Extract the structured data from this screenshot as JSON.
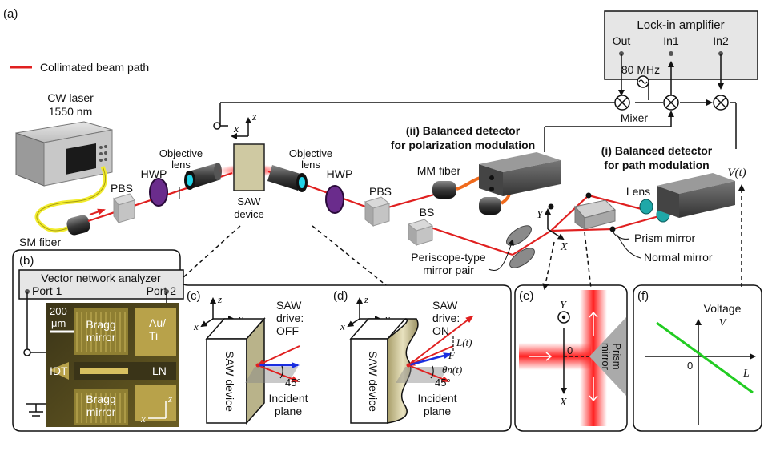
{
  "panel_labels": {
    "a": "(a)",
    "b": "(b)",
    "c": "(c)",
    "d": "(d)",
    "e": "(e)",
    "f": "(f)"
  },
  "legend": {
    "label": "Collimated beam path"
  },
  "laser": {
    "line1": "CW laser",
    "line2": "1550 nm"
  },
  "sm_fiber": "SM fiber",
  "pbs": "PBS",
  "hwp": "HWP",
  "objective": {
    "line1": "Objective",
    "line2": "lens"
  },
  "saw_device": {
    "line1": "SAW",
    "line2": "device"
  },
  "bs": "BS",
  "mm_fiber": "MM fiber",
  "detector_pol": {
    "line1": "(ii) Balanced detector",
    "line2": "for polarization modulation"
  },
  "detector_path": {
    "line1": "(i) Balanced detector",
    "line2": "for path modulation"
  },
  "lens": "Lens",
  "prism_mirror": "Prism mirror",
  "normal_mirror": "Normal mirror",
  "periscope": {
    "line1": "Periscope-type",
    "line2": "mirror pair"
  },
  "lockin": {
    "title": "Lock-in amplifier",
    "out": "Out",
    "in1": "In1",
    "in2": "In2"
  },
  "freq": "80 MHz",
  "mixer": "Mixer",
  "vt": "V(t)",
  "axes": {
    "x": "x",
    "y": "y",
    "z": "z",
    "X": "X",
    "Y": "Y"
  },
  "vna": {
    "title": "Vector network analyzer",
    "port1": "Port 1",
    "port2": "Port 2"
  },
  "micro": {
    "scale_num": "200",
    "scale_unit": "μm",
    "bragg1": "Bragg",
    "bragg2": "mirror",
    "au": "Au/",
    "ti": "Ti",
    "idt": "IDT",
    "ln": "LN"
  },
  "panel_c": {
    "device": "SAW device",
    "drive1": "SAW",
    "drive2": "drive:",
    "drive3": "OFF",
    "angle": "45°",
    "inc1": "Incident",
    "inc2": "plane"
  },
  "panel_d": {
    "device": "SAW device",
    "drive1": "SAW",
    "drive2": "drive:",
    "drive3": "ON",
    "angle": "45°",
    "inc1": "Incident",
    "inc2": "plane",
    "Lt": "L(t)",
    "F": "F",
    "theta": "θn(t)"
  },
  "panel_e": {
    "zero": "0",
    "prism1": "Prism",
    "prism2": "mirror"
  },
  "panel_f": {
    "voltage": "Voltage",
    "V": "V",
    "zero": "0",
    "L": "L"
  },
  "colors": {
    "beam": "#e02020",
    "green_line": "#22cc22",
    "purple": "#6a2c8c",
    "cyan": "#22d4e8",
    "saw_device": "#cfc9a2",
    "chip_gold": "#b8a24a"
  }
}
